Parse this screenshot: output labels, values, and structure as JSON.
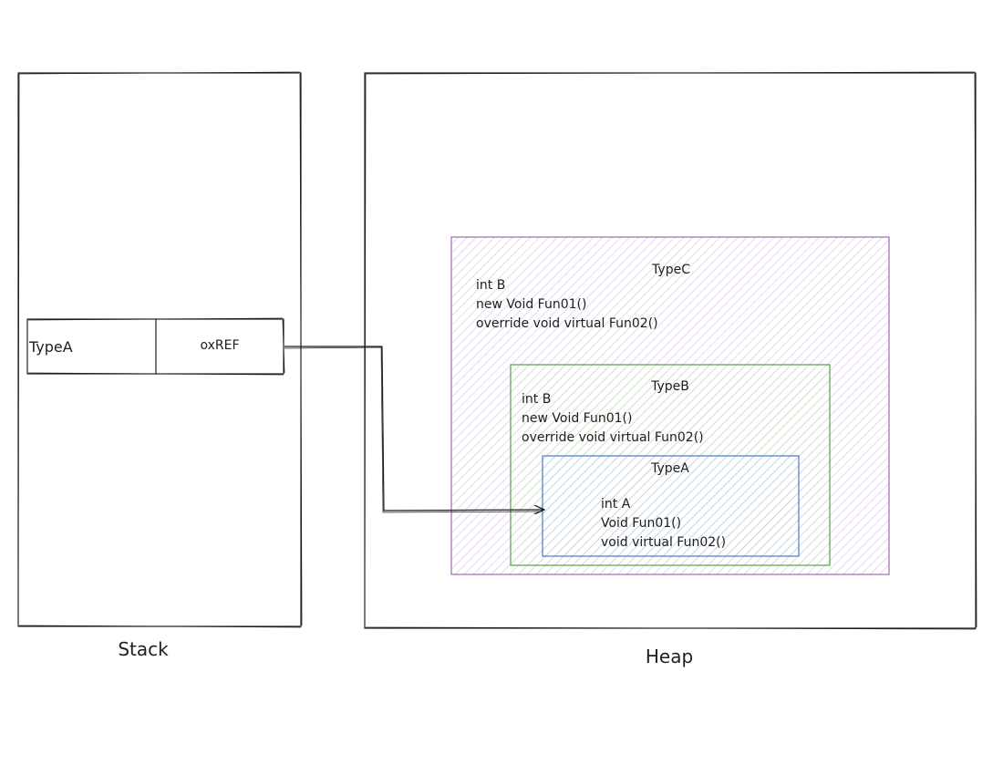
{
  "stack": {
    "caption": "Stack",
    "cell_type": "TypeA",
    "cell_ref": "oxREF"
  },
  "heap": {
    "caption": "Heap",
    "typeC": {
      "title": "TypeC",
      "members": [
        "int B",
        "new Void Fun01()",
        "override void virtual Fun02()"
      ]
    },
    "typeB": {
      "title": "TypeB",
      "members": [
        "int B",
        "new Void Fun01()",
        "override void virtual Fun02()"
      ]
    },
    "typeA": {
      "title": "TypeA",
      "members": [
        "int A",
        "Void Fun01()",
        "void virtual Fun02()"
      ]
    }
  },
  "colors": {
    "stroke": "#1e1e1e",
    "typeC_border": "#9c6bb0",
    "typeC_fill": "#eadcf2",
    "typeB_border": "#5a9e4b",
    "typeB_fill": "#dcefd6",
    "typeA_border": "#4a78c8",
    "typeA_fill": "#d6e4f7"
  }
}
